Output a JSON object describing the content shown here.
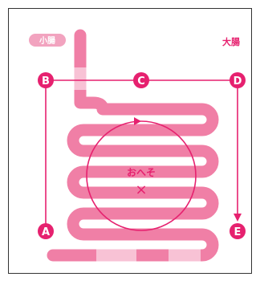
{
  "labels": {
    "small_intestine": "小腸",
    "large_intestine": "大腸",
    "navel": "おへそ",
    "navel_mark": "×"
  },
  "points": [
    "A",
    "B",
    "C",
    "D",
    "E"
  ],
  "colors": {
    "magenta": "#e6216f",
    "intestine": "#f07fa6",
    "intestine_light": "#f8c2d5",
    "tag_bg": "#f2a3bf",
    "frame": "#333333"
  }
}
